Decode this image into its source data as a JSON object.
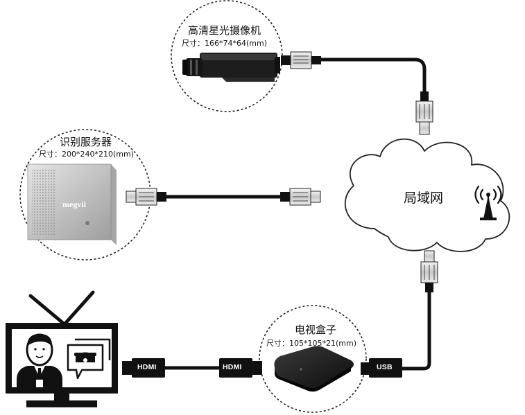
{
  "camera": {
    "title": "高清星光摄像机",
    "size": "尺寸：166*74*64(mm)"
  },
  "server": {
    "title": "识别服务器",
    "size": "尺寸：200*240*210(mm)",
    "brand": "megvii"
  },
  "lan": {
    "label": "局域网"
  },
  "tvbox": {
    "title": "电视盒子",
    "size": "尺寸：105*105*21(mm)"
  },
  "connectors": {
    "hdmi_left": "HDMI",
    "hdmi_right": "HDMI",
    "usb": "USB"
  },
  "icons": {
    "camera": "camera-icon",
    "server": "server-icon",
    "cloud": "cloud-icon",
    "wifi": "wifi-antenna-icon",
    "tv": "tv-icon",
    "tvbox": "tv-box-icon",
    "ethernet": "ethernet-plug-icon",
    "hdmi": "hdmi-plug-icon",
    "usb": "usb-plug-icon"
  }
}
